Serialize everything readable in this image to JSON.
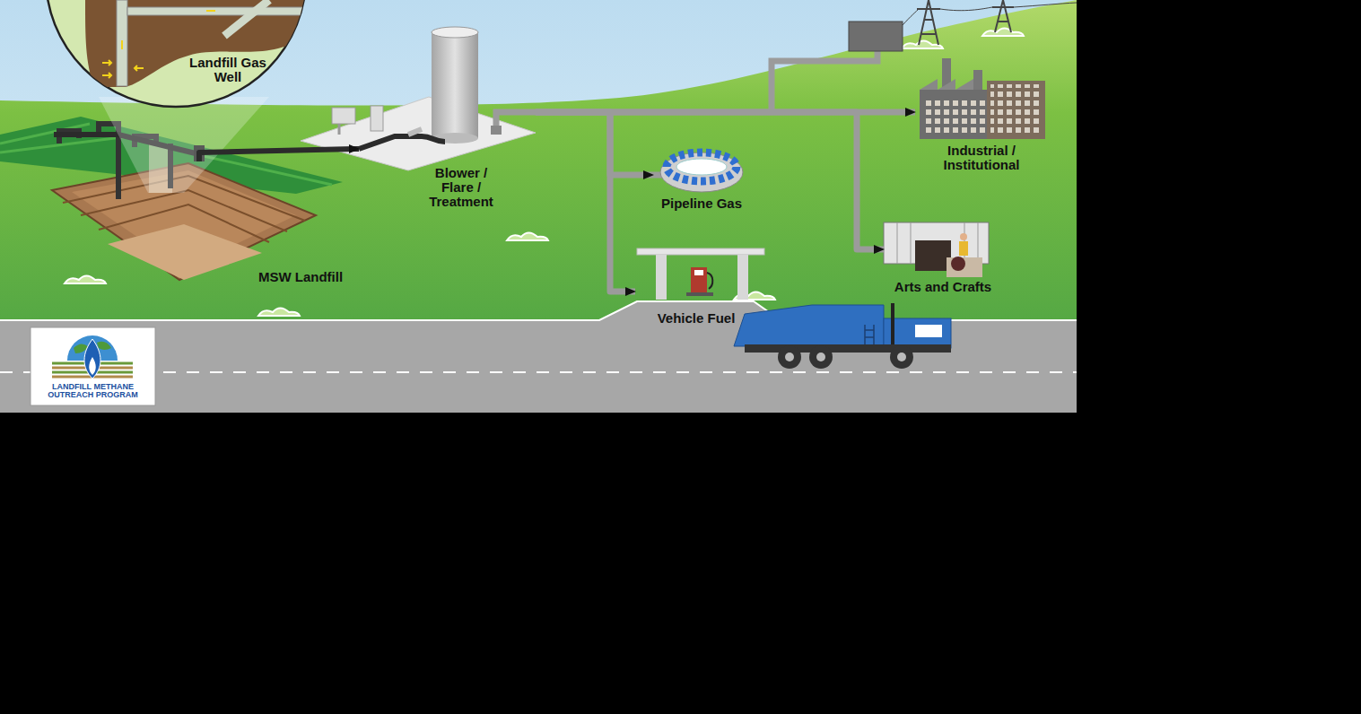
{
  "diagram": {
    "nodes": [
      {
        "text": [
          "Landfill Gas Well"
        ]
      },
      {
        "text": [
          "Blower / Flare / Treatment"
        ]
      },
      {
        "text": [
          "Pipeline Gas"
        ]
      },
      {
        "text": [
          "Industrial / Institutional"
        ]
      },
      {
        "text": [
          "MSW Landfill"
        ]
      },
      {
        "text": [
          "Arts and Crafts"
        ]
      },
      {
        "text": [
          "Vehicle Fuel"
        ]
      },
      {
        "text": [
          "LANDFILL METHANE OUTREACH PROGRAM"
        ]
      }
    ],
    "edges": [
      {
        "from": 4,
        "to": 1,
        "arrow": "to"
      },
      {
        "from": 1,
        "to": 2,
        "arrow": "to"
      },
      {
        "from": 1,
        "to": 6,
        "arrow": "to"
      },
      {
        "from": 1,
        "to": 3,
        "arrow": "to"
      },
      {
        "from": 1,
        "to": 5,
        "arrow": "to"
      }
    ]
  }
}
